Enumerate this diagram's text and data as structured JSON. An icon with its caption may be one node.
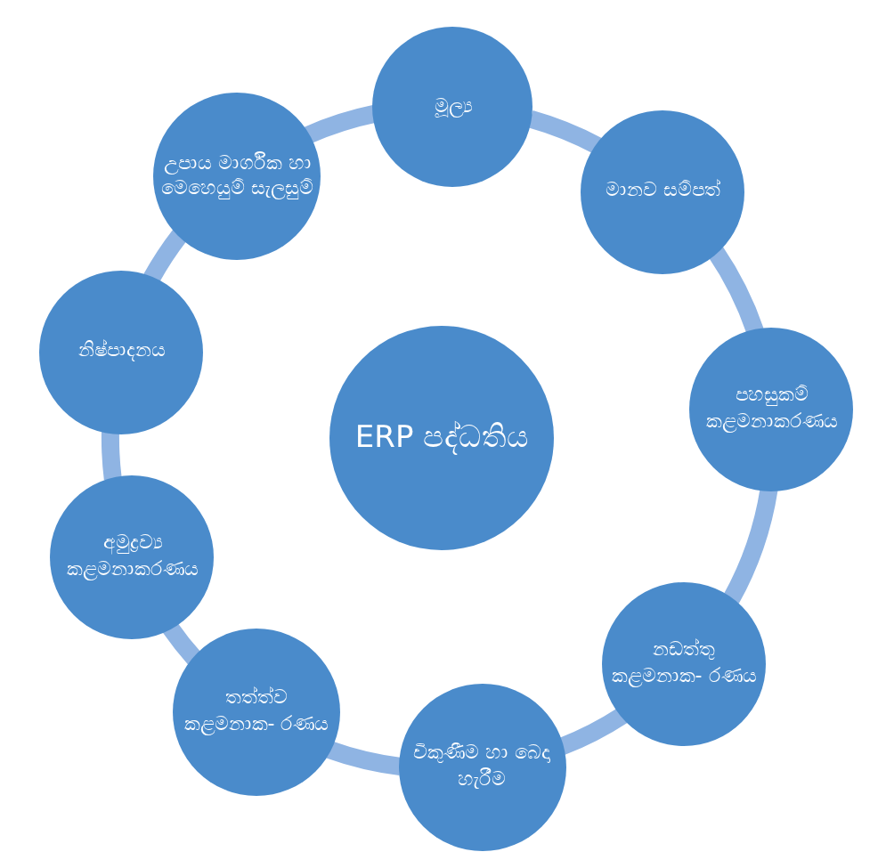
{
  "diagram": {
    "nodes": [
      {
        "text": [
          "ERP පද්ධතිය"
        ]
      },
      {
        "text": [
          "මූල්‍ය"
        ]
      },
      {
        "text": [
          "මානව සම්පත්"
        ]
      },
      {
        "text": [
          "පහසුකම් කළමනාකරණය"
        ]
      },
      {
        "text": [
          "නඩත්තු කළමනාක- රණය"
        ]
      },
      {
        "text": [
          "විකුණීම හා බෙදා හැරීම"
        ]
      },
      {
        "text": [
          "තත්ත්ව කළමනාක- රණය"
        ]
      },
      {
        "text": [
          "අමුද්‍රව්‍ය කළමනාකරණය"
        ]
      },
      {
        "text": [
          "නිෂ්පාදනය"
        ]
      },
      {
        "text": [
          "උපාය මාර්ගික හා මෙහෙයුම් සැලසුම්"
        ]
      }
    ],
    "edges": [
      {
        "from": 1,
        "to": 2,
        "arrow": "none"
      },
      {
        "from": 2,
        "to": 3,
        "arrow": "none"
      },
      {
        "from": 3,
        "to": 4,
        "arrow": "none"
      },
      {
        "from": 4,
        "to": 5,
        "arrow": "none"
      },
      {
        "from": 5,
        "to": 6,
        "arrow": "none"
      },
      {
        "from": 6,
        "to": 7,
        "arrow": "none"
      },
      {
        "from": 7,
        "to": 8,
        "arrow": "none"
      },
      {
        "from": 8,
        "to": 9,
        "arrow": "none"
      },
      {
        "from": 9,
        "to": 1,
        "arrow": "none"
      }
    ]
  }
}
